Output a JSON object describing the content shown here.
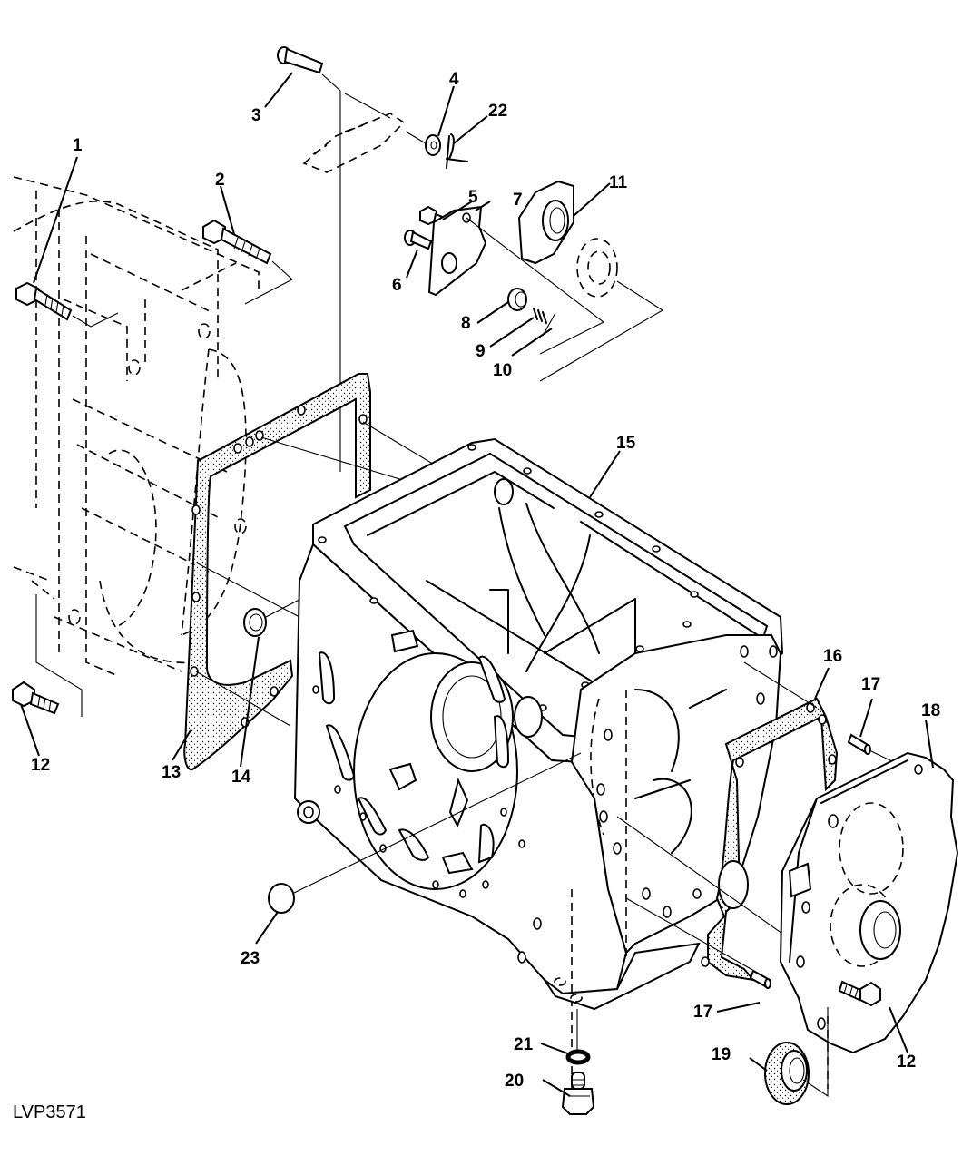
{
  "figure": {
    "id_label": "LVP3571",
    "description": "Exploded view of transmission case assembly"
  },
  "callouts": [
    {
      "num": "1",
      "part": "cap-screw-1"
    },
    {
      "num": "2",
      "part": "cap-screw-2"
    },
    {
      "num": "3",
      "part": "pin"
    },
    {
      "num": "4",
      "part": "washer"
    },
    {
      "num": "5",
      "part": "cap-screw-5"
    },
    {
      "num": "6",
      "part": "pin-6"
    },
    {
      "num": "7",
      "part": "plate"
    },
    {
      "num": "8",
      "part": "bushing"
    },
    {
      "num": "9",
      "part": "spring"
    },
    {
      "num": "10",
      "part": "pin-10"
    },
    {
      "num": "11",
      "part": "bearing-retainer"
    },
    {
      "num": "12",
      "part": "cap-screw-12-left"
    },
    {
      "num": "12",
      "part": "cap-screw-12-right"
    },
    {
      "num": "13",
      "part": "gasket-13"
    },
    {
      "num": "14",
      "part": "oil-seal-14"
    },
    {
      "num": "15",
      "part": "transmission-case"
    },
    {
      "num": "16",
      "part": "gasket-16"
    },
    {
      "num": "17",
      "part": "dowel-pin-upper"
    },
    {
      "num": "17",
      "part": "dowel-pin-lower"
    },
    {
      "num": "18",
      "part": "rear-cover"
    },
    {
      "num": "19",
      "part": "oil-seal-19"
    },
    {
      "num": "20",
      "part": "drain-plug"
    },
    {
      "num": "21",
      "part": "o-ring"
    },
    {
      "num": "22",
      "part": "cotter-pin"
    },
    {
      "num": "23",
      "part": "plug"
    }
  ]
}
